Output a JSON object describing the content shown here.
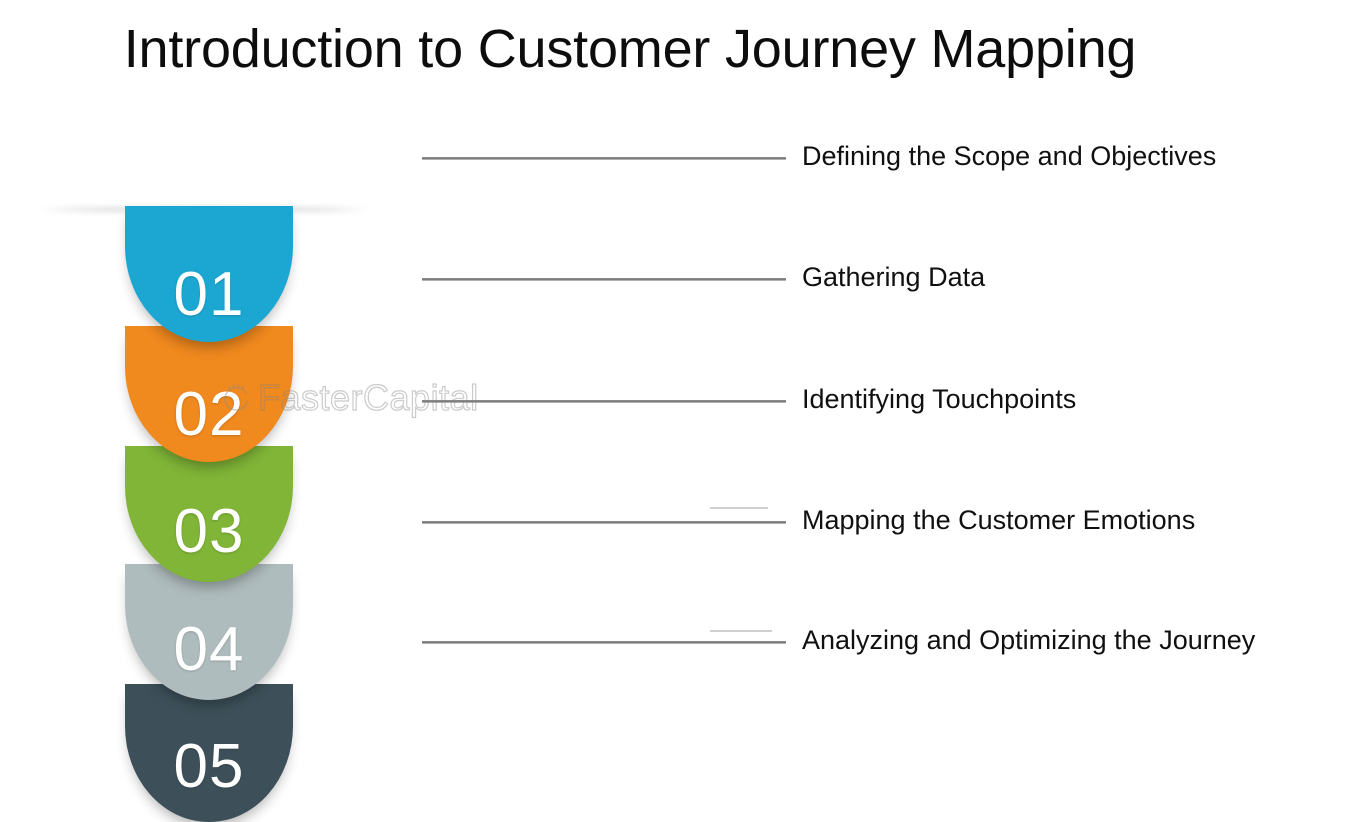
{
  "slide": {
    "title": "Introduction to Customer Journey Mapping",
    "background": "#ffffff"
  },
  "watermark": {
    "text": "FasterCapital",
    "icon": "faster-capital-logo-icon"
  },
  "steps": [
    {
      "number": "01",
      "label": "Defining the Scope and Objectives",
      "color": "#1CA7D3"
    },
    {
      "number": "02",
      "label": "Gathering Data",
      "color": "#F0891E"
    },
    {
      "number": "03",
      "label": "Identifying Touchpoints",
      "color": "#80B537"
    },
    {
      "number": "04",
      "label": "Mapping the Customer Emotions",
      "color": "#AFBCBD"
    },
    {
      "number": "05",
      "label": "Analyzing and Optimizing the Journey",
      "color": "#3D5059"
    }
  ],
  "colors": {
    "title_text": "#0d0d0d",
    "body_text": "#101010",
    "rule": "#6e6e6e",
    "number_text": "#ffffff"
  }
}
